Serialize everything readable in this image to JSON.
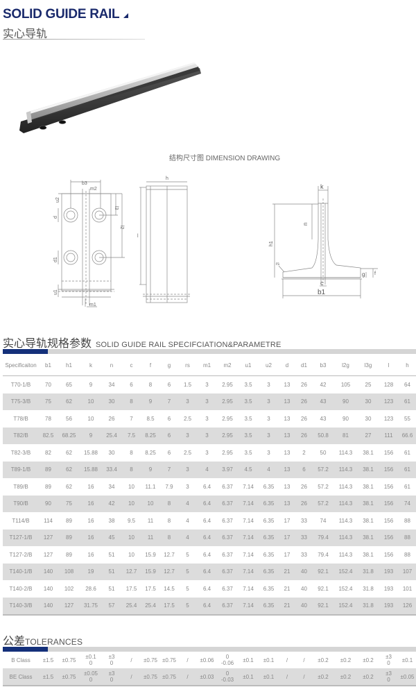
{
  "header": {
    "title_en": "SOLID GUIDE RAIL",
    "title_cn": "实心导轨"
  },
  "product_image": {
    "alt": "solid-guide-rail-photo"
  },
  "drawing": {
    "caption": "结构尺寸图 DIMENSION DRAWING",
    "labels": {
      "front": [
        "b3",
        "m2",
        "u2",
        "d",
        "d1",
        "l3",
        "l2",
        "u1",
        "m1"
      ],
      "side": [
        "h",
        "l"
      ],
      "section": [
        "k",
        "n",
        "h1",
        "rs",
        "g",
        "f",
        "c",
        "b1"
      ]
    }
  },
  "spec_section": {
    "title_cn": "实心导轨规格参数",
    "title_en": "SOLID GUIDE RAIL SPECIFCIATION&PARAMETRE",
    "columns": [
      "Specificaiton",
      "b1",
      "h1",
      "k",
      "n",
      "c",
      "f",
      "g",
      "rs",
      "m1",
      "m2",
      "u1",
      "u2",
      "d",
      "d1",
      "b3",
      "l2g",
      "l3g",
      "l",
      "h"
    ],
    "rows": [
      [
        "T70-1/B",
        "70",
        "65",
        "9",
        "34",
        "6",
        "8",
        "6",
        "1.5",
        "3",
        "2.95",
        "3.5",
        "3",
        "13",
        "26",
        "42",
        "105",
        "25",
        "128",
        "64"
      ],
      [
        "T75-3/B",
        "75",
        "62",
        "10",
        "30",
        "8",
        "9",
        "7",
        "3",
        "3",
        "2.95",
        "3.5",
        "3",
        "13",
        "26",
        "43",
        "90",
        "30",
        "123",
        "61"
      ],
      [
        "T78/B",
        "78",
        "56",
        "10",
        "26",
        "7",
        "8.5",
        "6",
        "2.5",
        "3",
        "2.95",
        "3.5",
        "3",
        "13",
        "26",
        "43",
        "90",
        "30",
        "123",
        "55"
      ],
      [
        "T82/B",
        "82.5",
        "68.25",
        "9",
        "25.4",
        "7.5",
        "8.25",
        "6",
        "3",
        "3",
        "2.95",
        "3.5",
        "3",
        "13",
        "26",
        "50.8",
        "81",
        "27",
        "111",
        "66.6"
      ],
      [
        "T82-3/B",
        "82",
        "62",
        "15.88",
        "30",
        "8",
        "8.25",
        "6",
        "2.5",
        "3",
        "2.95",
        "3.5",
        "3",
        "13",
        "2",
        "50",
        "114.3",
        "38.1",
        "156",
        "61"
      ],
      [
        "T89-1/B",
        "89",
        "62",
        "15.88",
        "33.4",
        "8",
        "9",
        "7",
        "3",
        "4",
        "3.97",
        "4.5",
        "4",
        "13",
        "6",
        "57.2",
        "114.3",
        "38.1",
        "156",
        "61"
      ],
      [
        "T89/B",
        "89",
        "62",
        "16",
        "34",
        "10",
        "11.1",
        "7.9",
        "3",
        "6.4",
        "6.37",
        "7.14",
        "6.35",
        "13",
        "26",
        "57.2",
        "114.3",
        "38.1",
        "156",
        "61"
      ],
      [
        "T90/B",
        "90",
        "75",
        "16",
        "42",
        "10",
        "10",
        "8",
        "4",
        "6.4",
        "6.37",
        "7.14",
        "6.35",
        "13",
        "26",
        "57.2",
        "114.3",
        "38.1",
        "156",
        "74"
      ],
      [
        "T114/B",
        "114",
        "89",
        "16",
        "38",
        "9.5",
        "11",
        "8",
        "4",
        "6.4",
        "6.37",
        "7.14",
        "6.35",
        "17",
        "33",
        "74",
        "114.3",
        "38.1",
        "156",
        "88"
      ],
      [
        "T127-1/B",
        "127",
        "89",
        "16",
        "45",
        "10",
        "11",
        "8",
        "4",
        "6.4",
        "6.37",
        "7.14",
        "6.35",
        "17",
        "33",
        "79.4",
        "114.3",
        "38.1",
        "156",
        "88"
      ],
      [
        "T127-2/B",
        "127",
        "89",
        "16",
        "51",
        "10",
        "15.9",
        "12.7",
        "5",
        "6.4",
        "6.37",
        "7.14",
        "6.35",
        "17",
        "33",
        "79.4",
        "114.3",
        "38.1",
        "156",
        "88"
      ],
      [
        "T140-1/B",
        "140",
        "108",
        "19",
        "51",
        "12.7",
        "15.9",
        "12.7",
        "5",
        "6.4",
        "6.37",
        "7.14",
        "6.35",
        "21",
        "40",
        "92.1",
        "152.4",
        "31.8",
        "193",
        "107"
      ],
      [
        "T140-2/B",
        "140",
        "102",
        "28.6",
        "51",
        "17.5",
        "17.5",
        "14.5",
        "5",
        "6.4",
        "6.37",
        "7.14",
        "6.35",
        "21",
        "40",
        "92.1",
        "152.4",
        "31.8",
        "193",
        "101"
      ],
      [
        "T140-3/B",
        "140",
        "127",
        "31.75",
        "57",
        "25.4",
        "25.4",
        "17.5",
        "5",
        "6.4",
        "6.37",
        "7.14",
        "6.35",
        "21",
        "40",
        "92.1",
        "152.4",
        "31.8",
        "193",
        "126"
      ]
    ]
  },
  "tolerance_section": {
    "title_cn": "公差",
    "title_en": "TOLERANCES",
    "rows": [
      [
        "B Class",
        "±1.5",
        "±0.75",
        "±0.1|0",
        "±3|0",
        "/",
        "±0.75",
        "±0.75",
        "/",
        "±0.06",
        "0|-0.06",
        "±0.1",
        "±0.1",
        "/",
        "/",
        "±0.2",
        "±0.2",
        "±0.2",
        "±3|0",
        "±0.1"
      ],
      [
        "BE Class",
        "±1.5",
        "±0.75",
        "±0.05|0",
        "±3|0",
        "/",
        "±0.75",
        "±0.75",
        "/",
        "±0.03",
        "0|-0.03",
        "±0.1",
        "±0.1",
        "/",
        "/",
        "±0.2",
        "±0.2",
        "±0.2",
        "±3|0",
        "±0.05"
      ]
    ]
  },
  "colors": {
    "accent": "#14307a",
    "title": "#1a2a6c",
    "row_alt": "#dcdcdc",
    "bar_gray": "#d5d5d5"
  }
}
